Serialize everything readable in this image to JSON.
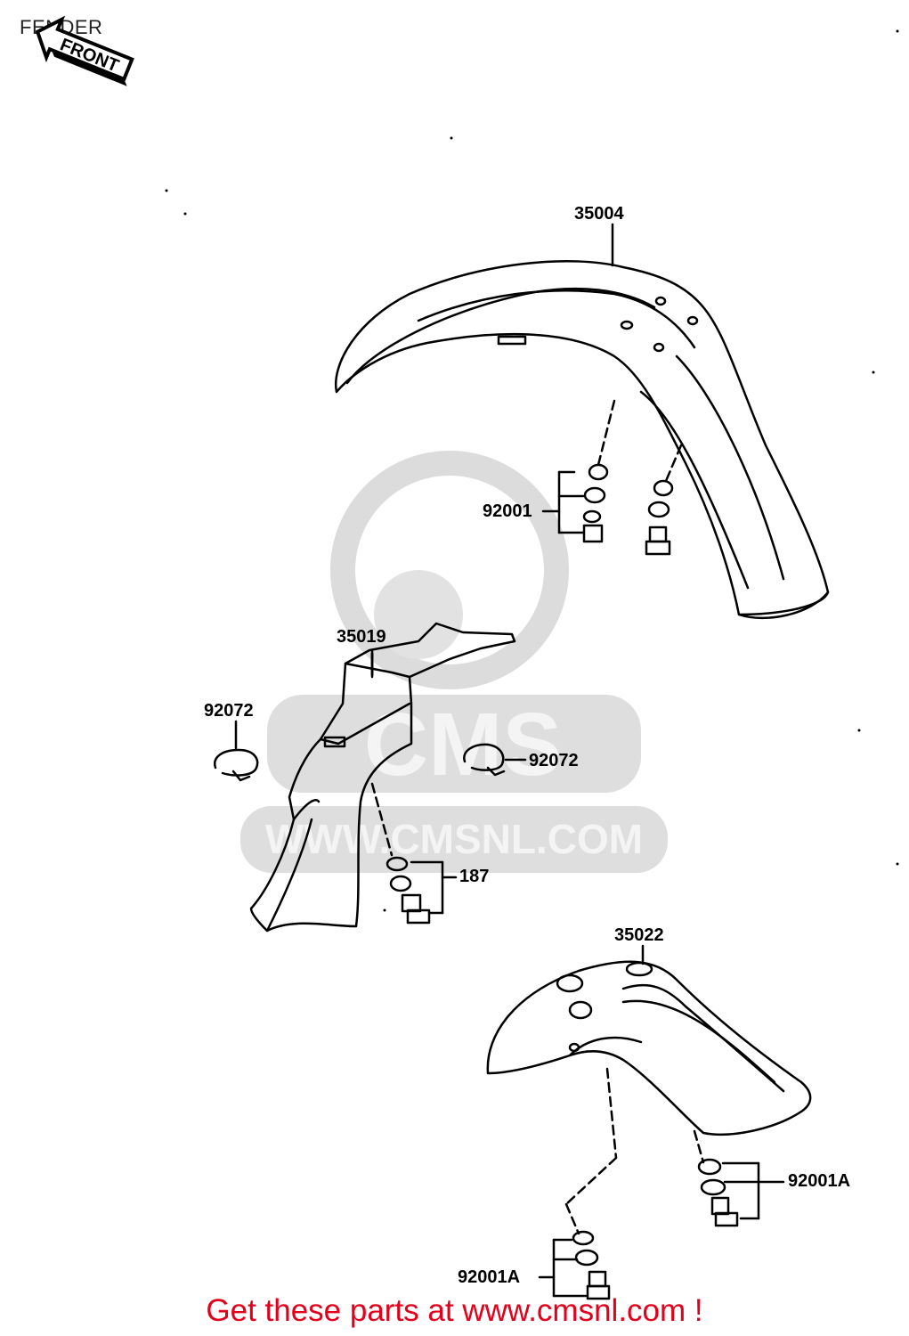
{
  "diagram": {
    "title": "FENDER",
    "front_badge_text": "FRONT",
    "watermark_url": "WWW.CMSNL.COM",
    "watermark_brand": "CMS",
    "callouts": {
      "front_fender": "35004",
      "front_bolts": "92001",
      "guard": "35019",
      "clamp_left": "92072",
      "clamp_right": "92072",
      "guard_bolt": "187",
      "rear_fender": "35022",
      "rear_bolts_right": "92001A",
      "rear_bolts_left": "92001A"
    }
  },
  "footer": {
    "text": "Get these parts at www.cmsnl.com !",
    "color": "#e3001b"
  }
}
